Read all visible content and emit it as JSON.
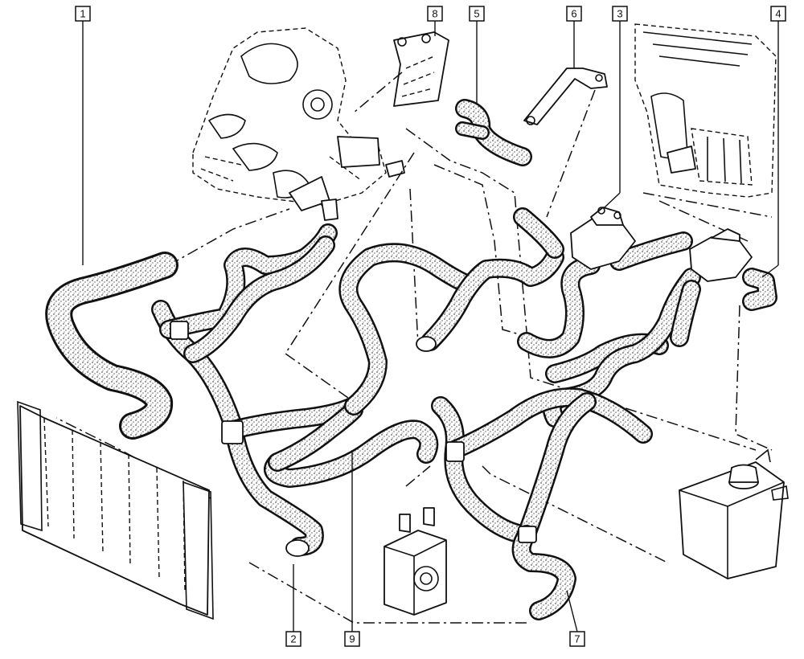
{
  "callouts": [
    {
      "id": "1",
      "label": "1"
    },
    {
      "id": "2",
      "label": "2"
    },
    {
      "id": "3",
      "label": "3"
    },
    {
      "id": "4",
      "label": "4"
    },
    {
      "id": "5",
      "label": "5"
    },
    {
      "id": "6",
      "label": "6"
    },
    {
      "id": "7",
      "label": "7"
    },
    {
      "id": "8",
      "label": "8"
    },
    {
      "id": "9",
      "label": "9"
    }
  ],
  "colors": {
    "ink": "#111111",
    "paper": "#ffffff"
  }
}
